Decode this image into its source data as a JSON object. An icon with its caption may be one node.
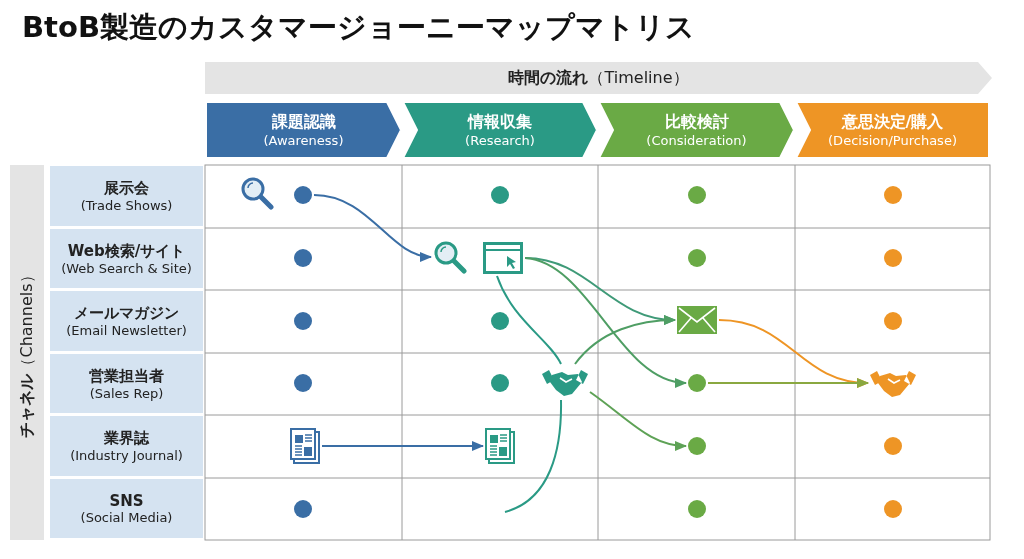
{
  "diagram": {
    "title": "BtoB製造のカスタマージョーニーマップマトリス",
    "nodes": [
      {
        "text": [
          "**時間の流れ**（Timeline）"
        ]
      },
      {
        "text": [
          "課題認識",
          "(Awareness)"
        ]
      },
      {
        "text": [
          "情報収集",
          "(Research)"
        ]
      },
      {
        "text": [
          "比較検討",
          "(Consideration)"
        ]
      },
      {
        "text": [
          "意思決定/購入",
          "(Decision/Purchase)"
        ]
      },
      {
        "text": [
          "**チャネル**（Channels）"
        ]
      },
      {
        "text": [
          "展示会",
          "(Trade Shows)"
        ]
      },
      {
        "text": [
          "Web検索/サイト",
          "(Web Search & Site)"
        ]
      },
      {
        "text": [
          "メールマガジン",
          "(Email Newsletter)"
        ]
      },
      {
        "text": [
          "営業担当者",
          "(Sales Rep)"
        ]
      },
      {
        "text": [
          "業界誌",
          "(Industry Journal)"
        ]
      },
      {
        "text": [
          "SNS",
          "(Social Media)"
        ]
      },
      {
        "text": [],
        "shape": "picture"
      },
      {
        "text": [],
        "shape": "circle"
      },
      {
        "text": [],
        "shape": "circle"
      },
      {
        "text": [],
        "shape": "circle"
      },
      {
        "text": [],
        "shape": "circle"
      },
      {
        "text": [],
        "shape": "circle"
      },
      {
        "text": [],
        "shape": "picture"
      },
      {
        "text": [],
        "shape": "picture"
      },
      {
        "text": [],
        "shape": "circle"
      },
      {
        "text": [],
        "shape": "circle"
      },
      {
        "text": [],
        "shape": "circle"
      },
      {
        "text": [],
        "shape": "circle"
      },
      {
        "text": [],
        "shape": "picture"
      },
      {
        "text": [],
        "shape": "circle"
      },
      {
        "text": [],
        "shape": "circle"
      },
      {
        "text": [],
        "shape": "circle"
      },
      {
        "text": [],
        "shape": "picture"
      },
      {
        "text": [],
        "shape": "circle"
      },
      {
        "text": [],
        "shape": "picture"
      },
      {
        "text": [],
        "shape": "picture"
      },
      {
        "text": [],
        "shape": "picture"
      },
      {
        "text": [],
        "shape": "circle"
      },
      {
        "text": [],
        "shape": "circle"
      },
      {
        "text": [],
        "shape": "circle"
      },
      {
        "text": [],
        "shape": "circle"
      },
      {
        "text": [],
        "shape": "circle"
      }
    ],
    "edges": [
      {
        "from": 13,
        "to": 18,
        "arrow": "to",
        "color": "#3a6ea5"
      },
      {
        "from": 19,
        "to": 24,
        "arrow": "to",
        "color": "#3f9a78"
      },
      {
        "from": 19,
        "to": 29,
        "arrow": "to",
        "color": "#4f9e64"
      },
      {
        "from": 19,
        "to": 28,
        "arrow": "none",
        "color": "#2a9a85"
      },
      {
        "from": 28,
        "to": 24,
        "arrow": "to",
        "color": "#4f9e64"
      },
      {
        "from": 28,
        "to": 33,
        "arrow": "to",
        "color": "#5ea256"
      },
      {
        "from": null,
        "to": 28,
        "arrow": "none",
        "color": "#2a9a85"
      },
      {
        "from": 31,
        "to": 32,
        "arrow": "to",
        "color": "#3a6ea5"
      },
      {
        "from": 24,
        "to": 30,
        "arrow": "to",
        "color": "#ee9525"
      },
      {
        "from": 29,
        "to": 30,
        "arrow": "to",
        "color": "#8aa840"
      }
    ]
  }
}
